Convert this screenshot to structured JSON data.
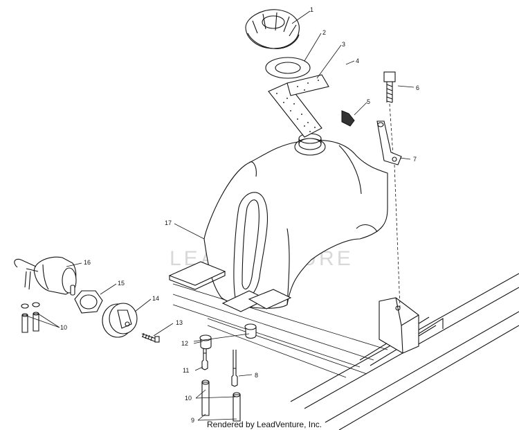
{
  "diagram": {
    "watermark": "LEADVENTURE",
    "credit": "Rendered by LeadVenture, Inc.",
    "callouts": [
      {
        "id": "p1",
        "label": "1"
      },
      {
        "id": "p2",
        "label": "2"
      },
      {
        "id": "p3",
        "label": "3"
      },
      {
        "id": "p4",
        "label": "4"
      },
      {
        "id": "p5",
        "label": "5"
      },
      {
        "id": "p6",
        "label": "6"
      },
      {
        "id": "p7",
        "label": "7"
      },
      {
        "id": "p8",
        "label": "8"
      },
      {
        "id": "p9",
        "label": "9"
      },
      {
        "id": "p10a",
        "label": "10"
      },
      {
        "id": "p10b",
        "label": "10"
      },
      {
        "id": "p11",
        "label": "11"
      },
      {
        "id": "p12",
        "label": "12"
      },
      {
        "id": "p13",
        "label": "13"
      },
      {
        "id": "p14",
        "label": "14"
      },
      {
        "id": "p15",
        "label": "15"
      },
      {
        "id": "p16",
        "label": "16"
      },
      {
        "id": "p17",
        "label": "17"
      }
    ]
  }
}
